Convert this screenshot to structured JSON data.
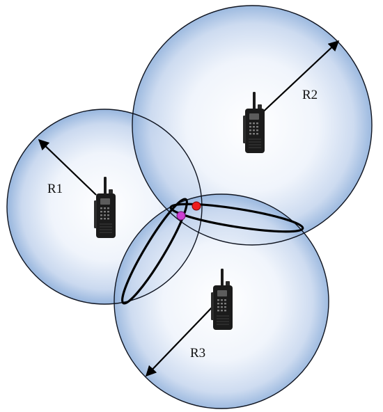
{
  "diagram": {
    "radius_labels": [
      "R1",
      "R2",
      "R3"
    ],
    "colors": {
      "sphere_center": "#ffffff",
      "sphere_edge": "#8fb0db",
      "outline": "#0f1420",
      "radio_body": "#1b1b1b",
      "radio_detail": "#6b6b6b",
      "point_a": "#ee1c1c",
      "point_b": "#cc3fd1"
    },
    "icons": [
      "walkie-talkie-icon",
      "walkie-talkie-icon",
      "walkie-talkie-icon"
    ]
  }
}
